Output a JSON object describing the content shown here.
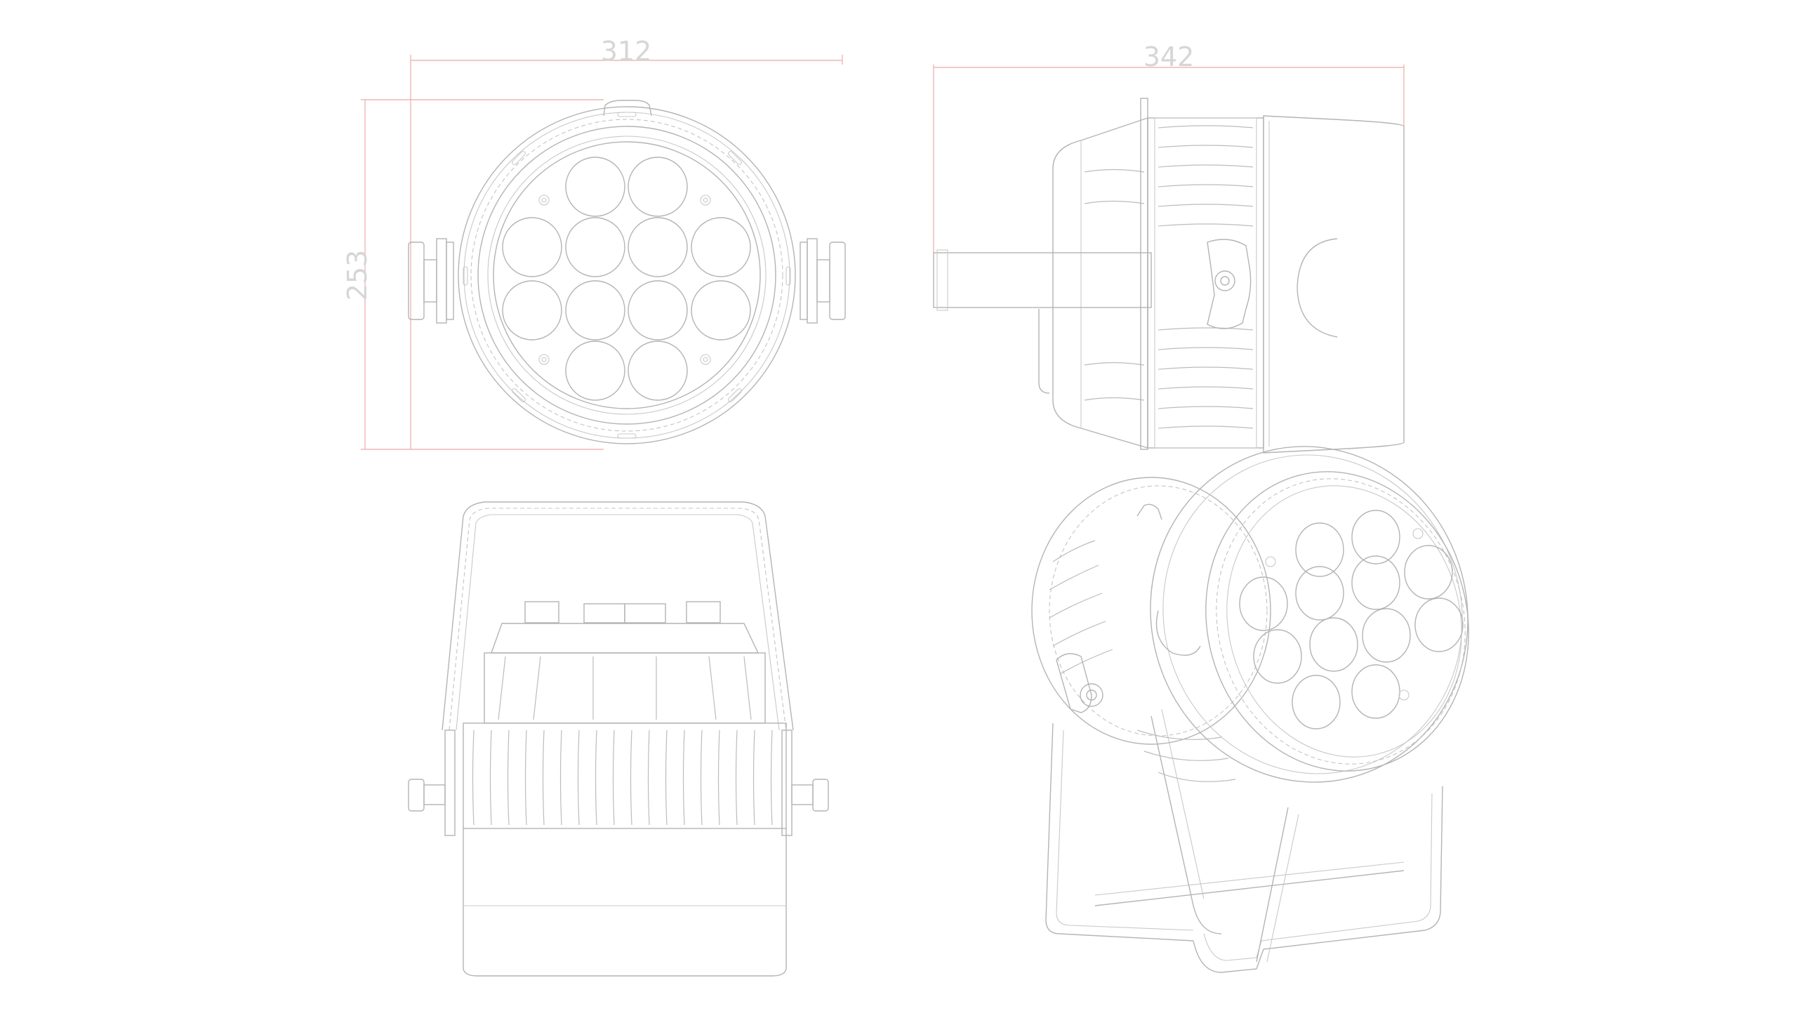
{
  "dimensions": {
    "width_label": "312",
    "depth_label": "342",
    "height_label": "253"
  },
  "connector_labels": {
    "left": "",
    "middle_a": "",
    "middle_b": "",
    "right": ""
  },
  "colors": {
    "line": "#b4b4b4",
    "dimension_line": "#f1b6b6",
    "label": "#d6d6d6",
    "background": "#ffffff"
  }
}
